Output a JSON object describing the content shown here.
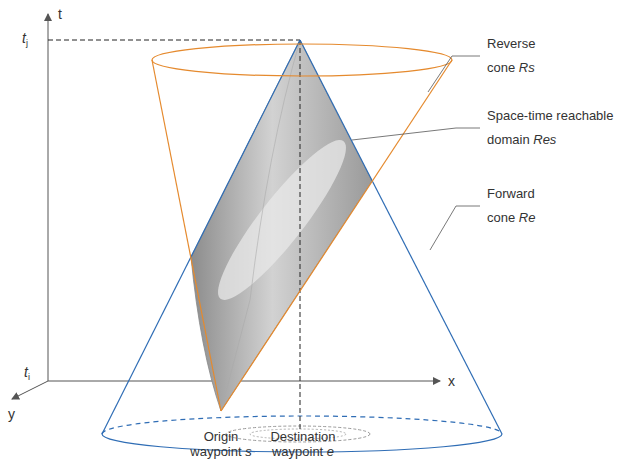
{
  "diagram": {
    "labels": [
      "t",
      "tj",
      "ti",
      "x",
      "y",
      "Reverse cone Rs",
      "Space-time reachable domain Res",
      "Forward cone Re",
      "Origin waypoint s",
      "Destination waypoint e"
    ]
  }
}
